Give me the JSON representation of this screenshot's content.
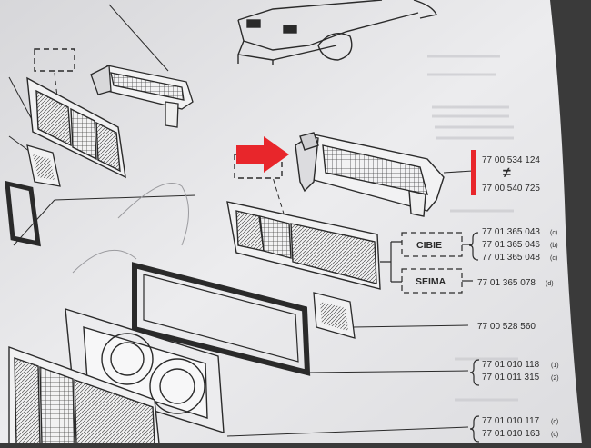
{
  "colors": {
    "paper": "#e9e9ea",
    "ink": "#2a2a2a",
    "faded_ink": "#c9c9cc",
    "accent_red": "#e8262b",
    "background": "#3a3a3a"
  },
  "labels": {
    "part_top_a": "77 00 534 124",
    "not_equal": "≠",
    "part_top_b": "77 00 540 725",
    "brand_cibie": "CIBIE",
    "cibie_a": "77 01 365 043",
    "cibie_a_sfx": "(c)",
    "cibie_b": "77 01 365 046",
    "cibie_b_sfx": "(b)",
    "cibie_c": "77 01 365 048",
    "cibie_c_sfx": "(c)",
    "brand_seima": "SEIMA",
    "seima_a": "77 01 365 078",
    "seima_a_sfx": "(d)",
    "part_lens_small": "77 00 528 560",
    "part_frame_a": "77 01 010 118",
    "part_frame_a_sfx": "(1)",
    "part_frame_b": "77 01 011 315",
    "part_frame_b_sfx": "(2)",
    "part_bottom_a": "77 01 010 117",
    "part_bottom_a_sfx": "(c)",
    "part_bottom_b": "77 01 010 163",
    "part_bottom_b_sfx": "(c)"
  },
  "icons": {
    "pointer": "red-arrow-icon",
    "marker": "red-marker-icon"
  }
}
